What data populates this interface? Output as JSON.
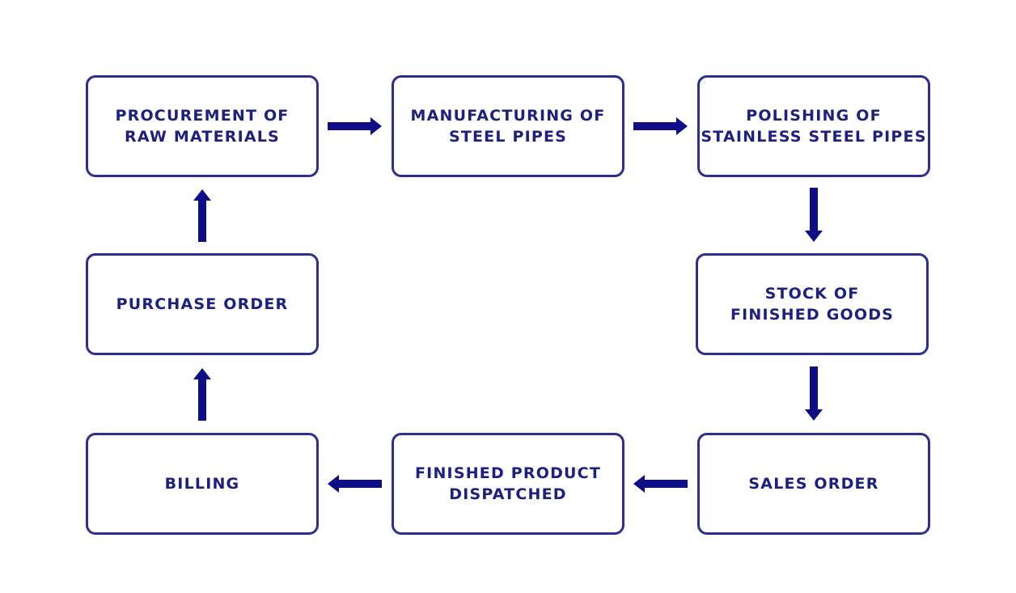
{
  "steps": {
    "procurement": "PROCUREMENT OF\nRAW MATERIALS",
    "manufacturing": "MANUFACTURING OF\nSTEEL PIPES",
    "polishing": "POLISHING OF\nSTAINLESS STEEL PIPES",
    "stock": "STOCK OF\nFINISHED GOODS",
    "sales_order": "SALES ORDER",
    "dispatched": "FINISHED PRODUCT\nDISPATCHED",
    "billing": "BILLING",
    "purchase_order": "PURCHASE ORDER"
  },
  "colors": {
    "box_border": "#2b2f8f",
    "text": "#1c2181",
    "arrow": "#0d0d87"
  }
}
